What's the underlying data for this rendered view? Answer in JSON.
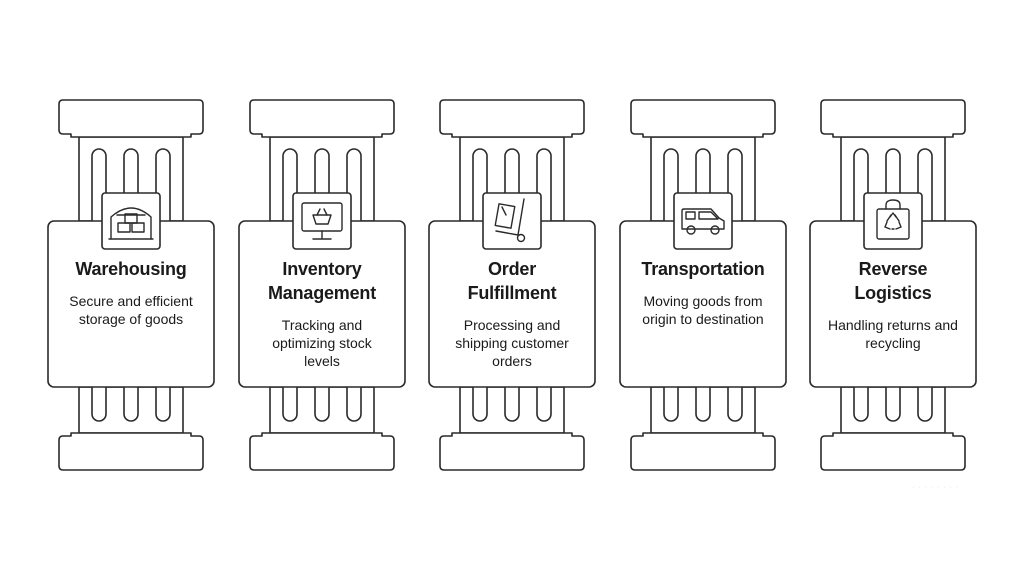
{
  "pillars": [
    {
      "id": "warehousing",
      "title_lines": [
        "Warehousing"
      ],
      "desc_lines": [
        "Secure and efficient",
        "storage of goods"
      ],
      "icon": "warehouse-icon"
    },
    {
      "id": "inventory-management",
      "title_lines": [
        "Inventory",
        "Management"
      ],
      "desc_lines": [
        "Tracking and",
        "optimizing stock",
        "levels"
      ],
      "icon": "monitor-basket-icon"
    },
    {
      "id": "order-fulfillment",
      "title_lines": [
        "Order",
        "Fulfillment"
      ],
      "desc_lines": [
        "Processing and",
        "shipping customer",
        "orders"
      ],
      "icon": "hand-truck-icon"
    },
    {
      "id": "transportation",
      "title_lines": [
        "Transportation"
      ],
      "desc_lines": [
        "Moving goods from",
        "origin to destination"
      ],
      "icon": "delivery-van-icon"
    },
    {
      "id": "reverse-logistics",
      "title_lines": [
        "Reverse",
        "Logistics"
      ],
      "desc_lines": [
        "Handling returns and",
        "recycling"
      ],
      "icon": "recycle-bag-icon"
    }
  ],
  "colors": {
    "stroke": "#2a2a2a",
    "fill": "#ffffff",
    "text": "#1a1a1a"
  }
}
